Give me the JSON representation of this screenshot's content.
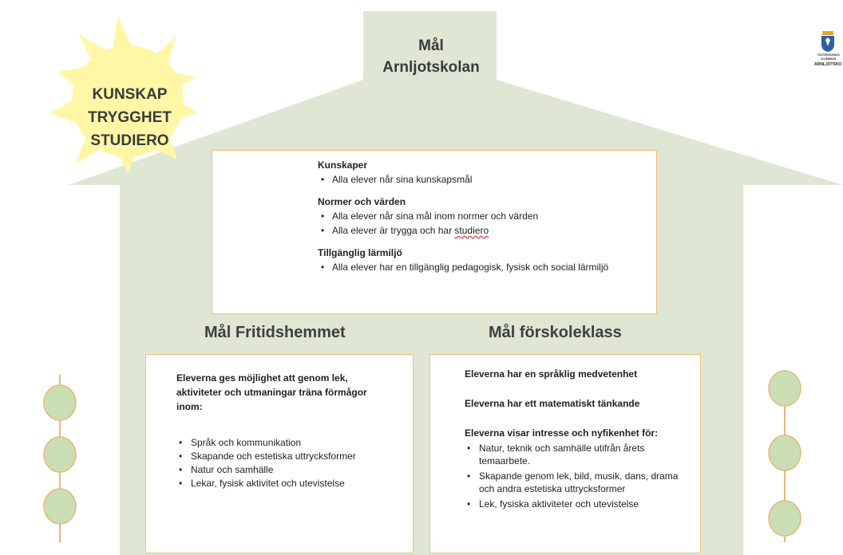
{
  "sun": {
    "lines": [
      "KUNSKAP",
      "TRYGGHET",
      "STUDIERO"
    ]
  },
  "roof": {
    "title_line1": "Mål",
    "title_line2": "Arnljotskolan"
  },
  "logo": {
    "text1": "ÖSTERSUNDS",
    "text2": "KOMMUN",
    "name": "ARNLJOTSKO"
  },
  "school_goals": {
    "sections": [
      {
        "title": "Kunskaper",
        "items": [
          "Alla elever når sina kunskapsmål"
        ]
      },
      {
        "title": "Normer och värden",
        "items": [
          "Alla elever når sina mål inom normer och värden",
          "Alla elever är trygga och har"
        ],
        "underlined_word": "studiero"
      },
      {
        "title": "Tillgänglig lärmiljö",
        "items": [
          "Alla elever har en tillgänglig pedagogisk, fysisk och social lärmiljö"
        ]
      }
    ]
  },
  "fritids": {
    "heading": "Mål Fritidshemmet",
    "intro": "Eleverna ges möjlighet att genom  lek, aktiviteter och utmaningar träna förmågor inom:",
    "items": [
      "Språk och kommunikation",
      "Skapande och estetiska  uttrycksformer",
      "Natur och samhälle",
      "Lekar, fysisk aktivitet och utevistelse"
    ]
  },
  "forskoleklass": {
    "heading": "Mål förskoleklass",
    "statements": [
      "Eleverna har en språklig medvetenhet",
      "Eleverna har ett matematiskt tänkande",
      "Eleverna visar intresse och nyfikenhet för:"
    ],
    "items": [
      "Natur, teknik och samhälle utifrån årets temaarbete.",
      "Skapande genom lek, bild, musik, dans, drama och andra estetiska uttrycksformer",
      "Lek, fysiska aktiviteter och utevistelse"
    ]
  },
  "colors": {
    "house": "#dfe6d3",
    "sun": "#fff7a6",
    "box_border": "#f0c27a",
    "tree": "#c9dfb3",
    "tree_stroke": "#e6b77c"
  }
}
